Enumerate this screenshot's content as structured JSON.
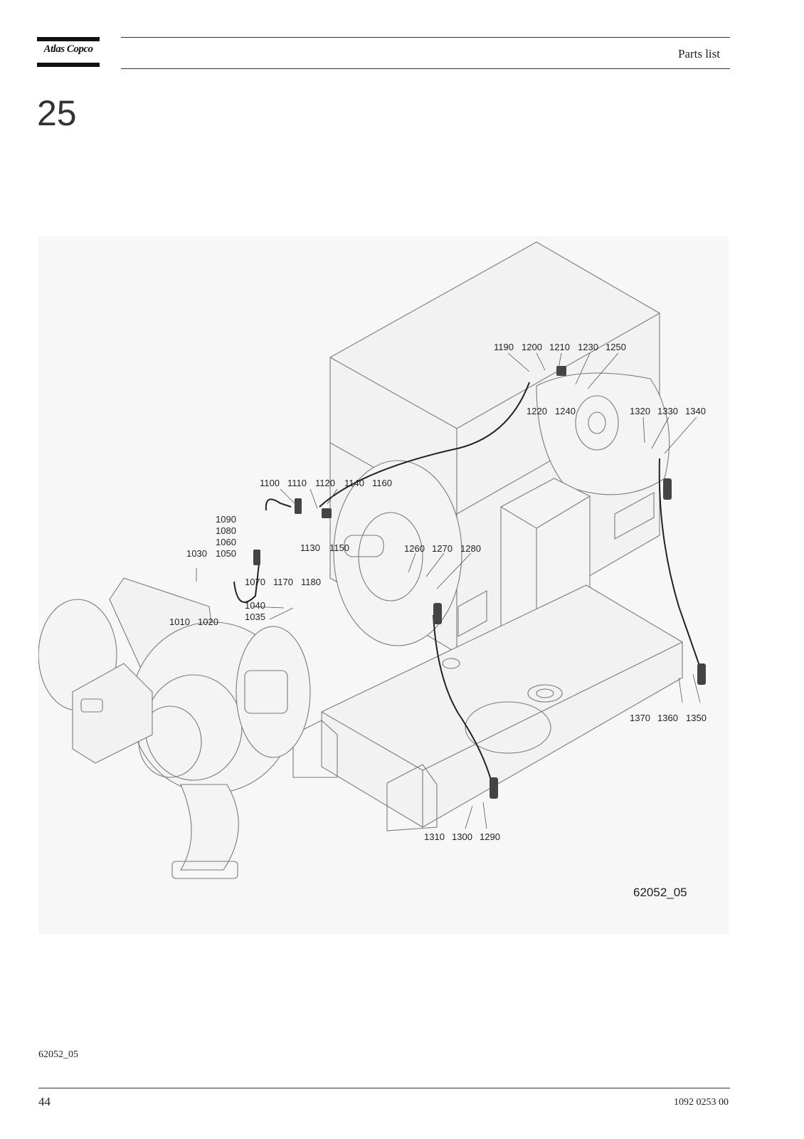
{
  "header": {
    "logo_text": "Atlas Copco",
    "title": "Parts list"
  },
  "section": {
    "number": "25"
  },
  "figure": {
    "code": "62052_05",
    "callouts": [
      "1190",
      "1200",
      "1210",
      "1230",
      "1250",
      "1220",
      "1240",
      "1320",
      "1330",
      "1340",
      "1100",
      "1110",
      "1120",
      "1140",
      "1160",
      "1090",
      "1080",
      "1060",
      "1050",
      "1030",
      "1130",
      "1150",
      "1260",
      "1270",
      "1280",
      "1070",
      "1170",
      "1180",
      "1040",
      "1035",
      "1010",
      "1020",
      "1370",
      "1360",
      "1350",
      "1310",
      "1300",
      "1290"
    ]
  },
  "caption": "62052_05",
  "footer": {
    "page_number": "44",
    "doc_number": "1092 0253 00"
  }
}
